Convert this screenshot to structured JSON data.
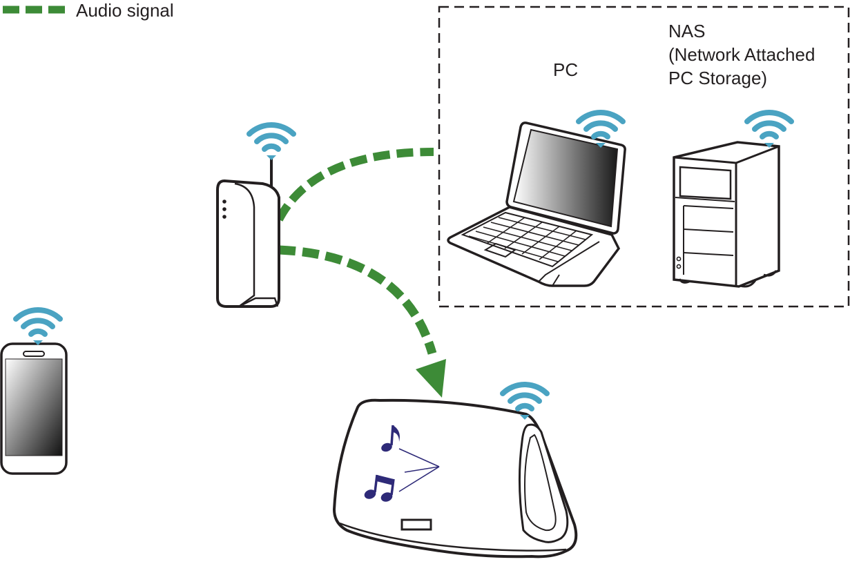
{
  "legend": {
    "label": "Audio signal",
    "color": "#3d8b37"
  },
  "devices": {
    "pc": {
      "label": "PC"
    },
    "nas": {
      "label_lines": [
        "NAS",
        "(Network Attached",
        "PC Storage)"
      ]
    }
  },
  "colors": {
    "audio_signal": "#3d8b37",
    "wifi": "#4aa3c2",
    "outline": "#231f20",
    "music_note": "#2e2a78"
  },
  "icons": [
    "wifi-icon",
    "router-icon",
    "laptop-icon",
    "nas-icon",
    "smartphone-icon",
    "speaker-icon",
    "music-note-icon"
  ]
}
